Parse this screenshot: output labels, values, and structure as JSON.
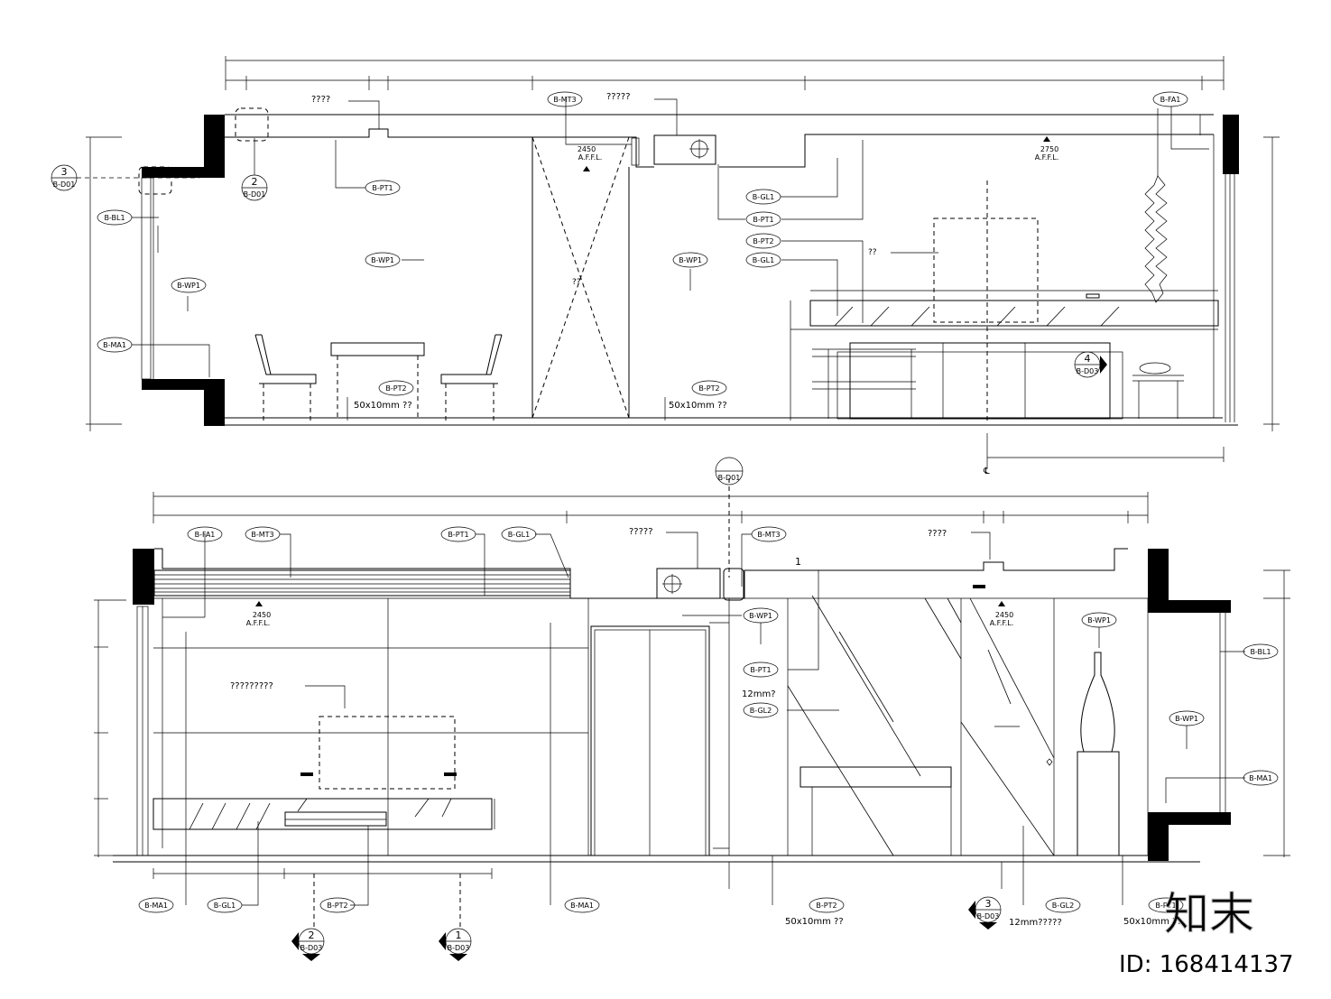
{
  "elevation_top": {
    "notes": {
      "light_note": "????",
      "ac_note": "?????",
      "door_note": "??",
      "shelf_note": "??"
    },
    "levels": [
      {
        "value": "2450",
        "sub": "A.F.F.L."
      },
      {
        "value": "2750",
        "sub": "A.F.F.L."
      }
    ],
    "skirting": [
      "50x10mm  ??",
      "50x10mm  ??"
    ],
    "section_markers": [
      {
        "num": "3",
        "ref": "B-D01"
      },
      {
        "num": "2",
        "ref": "B-D01"
      },
      {
        "num": "4",
        "ref": "B-D03"
      }
    ],
    "tags": [
      "B-MT3",
      "B-FA1",
      "B-PT1",
      "B-BL1",
      "B-WP1",
      "B-WP1",
      "B-WP1",
      "B-MA1",
      "B-PT2",
      "B-PT2",
      "B-GL1",
      "B-PT1",
      "B-PT2",
      "B-GL1"
    ],
    "centerline": "℄"
  },
  "elevation_bottom": {
    "notes": {
      "ac_note": "?????",
      "light_note": "????",
      "tv_note": "?????????",
      "glass_note": "12mm?",
      "glass_note_2": "12mm?????",
      "grid_mark": "1"
    },
    "levels": [
      {
        "value": "2450",
        "sub": "A.F.F.L."
      },
      {
        "value": "2450",
        "sub": "A.F.F.L."
      }
    ],
    "skirting": [
      "50x10mm  ??",
      "50x10mm  ??"
    ],
    "section_markers": [
      {
        "num": "1",
        "ref": "B-D01"
      },
      {
        "num": "2",
        "ref": "B-D03"
      },
      {
        "num": "1",
        "ref": "B-D03"
      },
      {
        "num": "3",
        "ref": "B-D03"
      }
    ],
    "tags": [
      "B-FA1",
      "B-MT3",
      "B-PT1",
      "B-GL1",
      "B-MT3",
      "B-WP1",
      "B-PT1",
      "B-GL2",
      "B-WP1",
      "B-BL1",
      "B-WP1",
      "B-MA1",
      "B-MA1",
      "B-GL1",
      "B-PT2",
      "B-MA1",
      "B-PT2",
      "B-GL2",
      "B-PT1"
    ]
  },
  "watermark": {
    "logo": "知末",
    "id": "ID: 168414137"
  }
}
